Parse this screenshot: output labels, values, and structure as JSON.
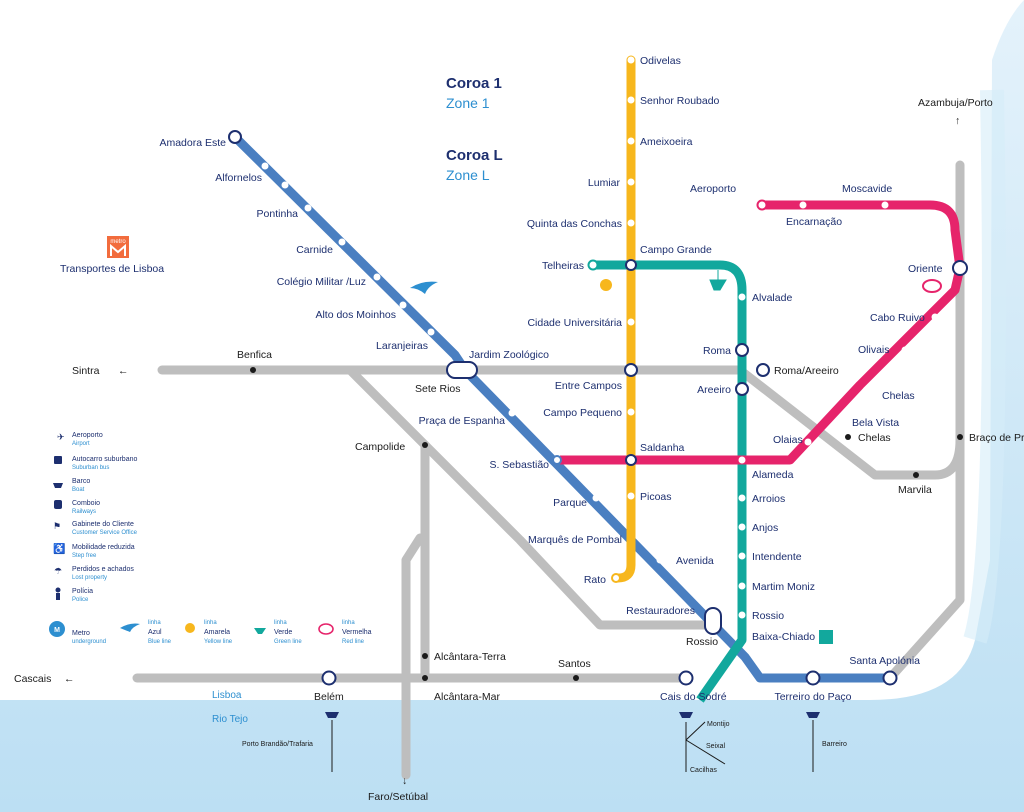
{
  "zones": {
    "coroa1": "Coroa 1",
    "zone1": "Zone 1",
    "coroaL": "Coroa L",
    "zoneL": "Zone L"
  },
  "brand": {
    "badge": "metro",
    "name": "Transportes de Lisboa"
  },
  "colors": {
    "blue": "#4a7fc1",
    "yellow": "#f7b71d",
    "green": "#12a89d",
    "red": "#e6246b",
    "rail": "#bebebe",
    "text": "#1d2f6f"
  },
  "lines": {
    "blue": [
      "Amadora Este",
      "Alfornelos",
      "Pontinha",
      "Carnide",
      "Colégio Militar /Luz",
      "Alto dos Moinhos",
      "Laranjeiras",
      "Jardim Zoológico",
      "Praça de Espanha",
      "S. Sebastião",
      "Parque",
      "Marquês de Pombal",
      "Avenida",
      "Restauradores",
      "Baixa-Chiado",
      "Terreiro do Paço",
      "Santa Apolónia"
    ],
    "yellow": [
      "Odivelas",
      "Senhor Roubado",
      "Ameixoeira",
      "Lumiar",
      "Quinta das Conchas",
      "Campo Grande",
      "Cidade Universitária",
      "Entre Campos",
      "Campo Pequeno",
      "Saldanha",
      "Picoas",
      "Marquês de Pombal",
      "Rato"
    ],
    "green": [
      "Telheiras",
      "Campo Grande",
      "Alvalade",
      "Roma",
      "Areeiro",
      "Alameda",
      "Arroios",
      "Anjos",
      "Intendente",
      "Martim Moniz",
      "Rossio",
      "Baixa-Chiado",
      "Cais do Sodré"
    ],
    "red": [
      "Aeroporto",
      "Encarnação",
      "Moscavide",
      "Oriente",
      "Cabo Ruivo",
      "Olivais",
      "Chelas",
      "Bela Vista",
      "Olaias",
      "Alameda",
      "Saldanha",
      "S. Sebastião"
    ]
  },
  "rail": {
    "stations": [
      "Benfica",
      "Sete Rios",
      "Campolide",
      "Roma/Areeiro",
      "Chelas",
      "Marvila",
      "Braço de Prata",
      "Alcântara-Terra",
      "Alcântara-Mar",
      "Santos",
      "Belém",
      "Rossio"
    ],
    "destinations": {
      "sintra": "Sintra",
      "cascais": "Cascais",
      "azambuja": "Azambuja/Porto",
      "faro": "Faro/Setúbal"
    }
  },
  "river": {
    "lisboa": "Lisboa",
    "tejo": "Rio Tejo"
  },
  "ferries": {
    "trafaria": "Porto Brandão/Trafaria",
    "montijo": "Montijo",
    "seixal": "Seixal",
    "cacilhas": "Cacilhas",
    "barreiro": "Barreiro"
  },
  "legend": {
    "items": [
      {
        "icon": "plane-icon",
        "pt": "Aeroporto",
        "en": "Airport"
      },
      {
        "icon": "bus-icon",
        "pt": "Autocarro suburbano",
        "en": "Suburban bus"
      },
      {
        "icon": "boat-icon",
        "pt": "Barco",
        "en": "Boat"
      },
      {
        "icon": "train-icon",
        "pt": "Comboio",
        "en": "Railways"
      },
      {
        "icon": "customer-service-icon",
        "pt": "Gabinete do Cliente",
        "en": "Customer Service Office"
      },
      {
        "icon": "wheelchair-icon",
        "pt": "Mobilidade reduzida",
        "en": "Step free"
      },
      {
        "icon": "lost-property-icon",
        "pt": "Perdidos e achados",
        "en": "Lost property"
      },
      {
        "icon": "police-icon",
        "pt": "Polícia",
        "en": "Police"
      }
    ],
    "metro": {
      "pt": "Metro",
      "en": "underground"
    },
    "linha": "linha",
    "line_names": [
      {
        "pt": "Azul",
        "en": "Blue line"
      },
      {
        "pt": "Amarela",
        "en": "Yellow line"
      },
      {
        "pt": "Verde",
        "en": "Green line"
      },
      {
        "pt": "Vermelha",
        "en": "Red line"
      }
    ]
  }
}
